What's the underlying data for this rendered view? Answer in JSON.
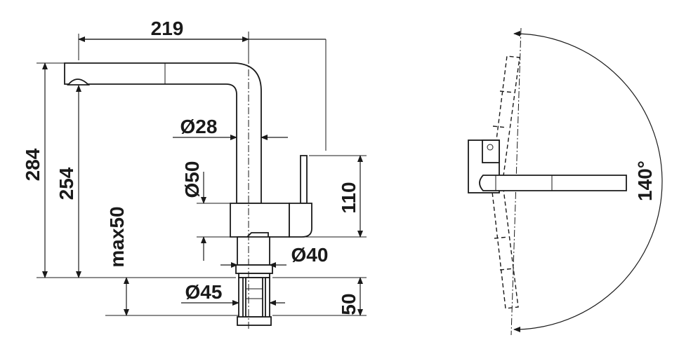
{
  "front_view": {
    "dims": {
      "width_219": "219",
      "height_284": "284",
      "height_254": "254",
      "max50": "max50",
      "dia28": "Ø28",
      "dia50": "Ø50",
      "dia40": "Ø40",
      "dia45": "Ø45",
      "h110": "110",
      "h50": "50"
    }
  },
  "top_view": {
    "swivel_angle": "140°"
  },
  "colors": {
    "ink": "#1a1a1a",
    "background": "#ffffff"
  }
}
